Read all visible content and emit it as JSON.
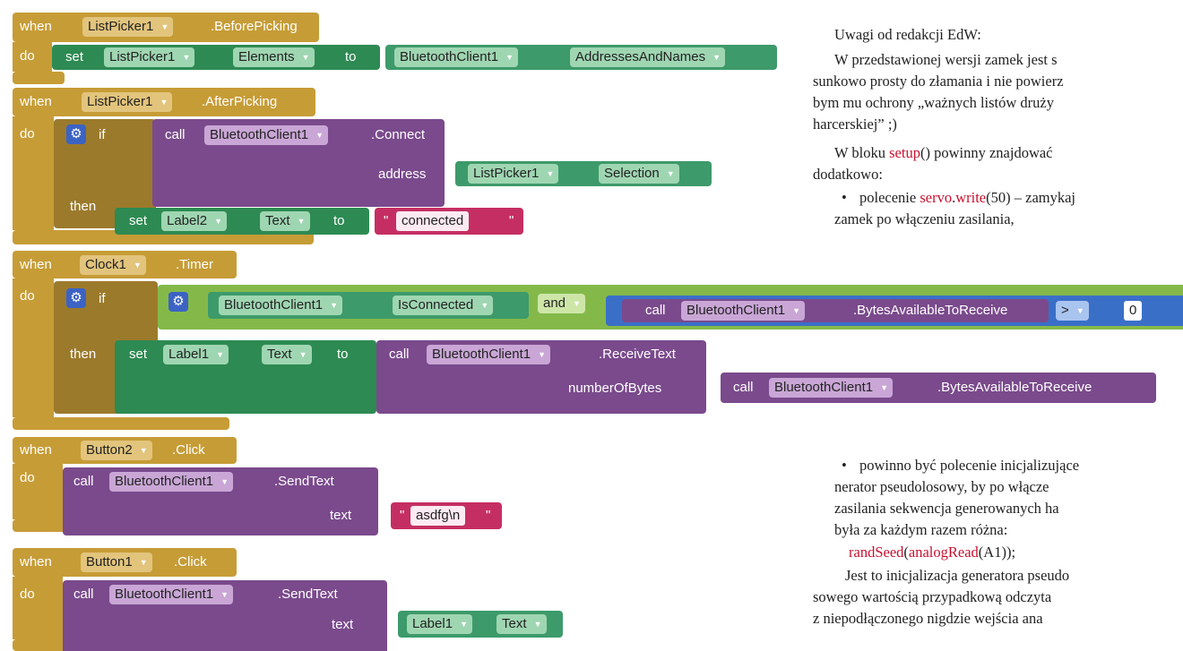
{
  "blocks": {
    "when": "when",
    "do": "do",
    "set": "set",
    "to": "to",
    "if": "if",
    "then": "then",
    "call": "call",
    "and": "and",
    "gt": ">",
    "q": "\"",
    "gear": "⚙",
    "before_picking": {
      "component": "ListPicker1",
      "event": ".BeforePicking",
      "target": "ListPicker1",
      "prop": "Elements",
      "source": "BluetoothClient1",
      "source_prop": "AddressesAndNames"
    },
    "after_picking": {
      "component": "ListPicker1",
      "event": ".AfterPicking",
      "client": "BluetoothClient1",
      "method": ".Connect",
      "arg_label": "address",
      "arg_component": "ListPicker1",
      "arg_prop": "Selection",
      "label": "Label2",
      "label_prop": "Text",
      "value": "connected"
    },
    "timer": {
      "component": "Clock1",
      "event": ".Timer",
      "client": "BluetoothClient1",
      "prop": "IsConnected",
      "method": ".BytesAvailableToReceive",
      "compare_value": "0",
      "label": "Label1",
      "label_prop": "Text",
      "receive": ".ReceiveText",
      "arg_label": "numberOfBytes",
      "arg_method": ".BytesAvailableToReceive"
    },
    "button2": {
      "component": "Button2",
      "event": ".Click",
      "client": "BluetoothClient1",
      "method": ".SendText",
      "arg_label": "text",
      "value": "asdfg\\n"
    },
    "button1": {
      "component": "Button1",
      "event": ".Click",
      "client": "BluetoothClient1",
      "method": ".SendText",
      "arg_label": "text",
      "label": "Label1",
      "label_prop": "Text"
    }
  },
  "article": {
    "title": "Uwagi od redakcji EdW:",
    "p1": [
      "W przedstawionej wersji zamek jest s",
      "sunkowo prosty do złamania i nie powierz",
      "bym mu ochrony „ważnych listów druży",
      "harcerskiej” ;)"
    ],
    "p2": [
      "W bloku ",
      "setup",
      "() powinny znajdować"
    ],
    "p2b": "dodatkowo:",
    "b1": [
      "polecenie ",
      "servo",
      ".",
      "write",
      "(50) – zamykaj"
    ],
    "b1b": "zamek po włączeniu zasilania,",
    "b2": [
      "powinno być polecenie inicjalizujące",
      "nerator pseudolosowy, by po włącze",
      "zasilania sekwencja generowanych ha",
      "była za każdym razem różna:"
    ],
    "code": [
      "randSeed",
      "(",
      "analogRead",
      "(A1));"
    ],
    "p3": [
      "Jest to inicjalizacja generatora pseudo",
      "sowego wartością przypadkową odczyta",
      "z niepodłączonego nigdzie wejścia ana"
    ],
    "bullet": "•"
  }
}
